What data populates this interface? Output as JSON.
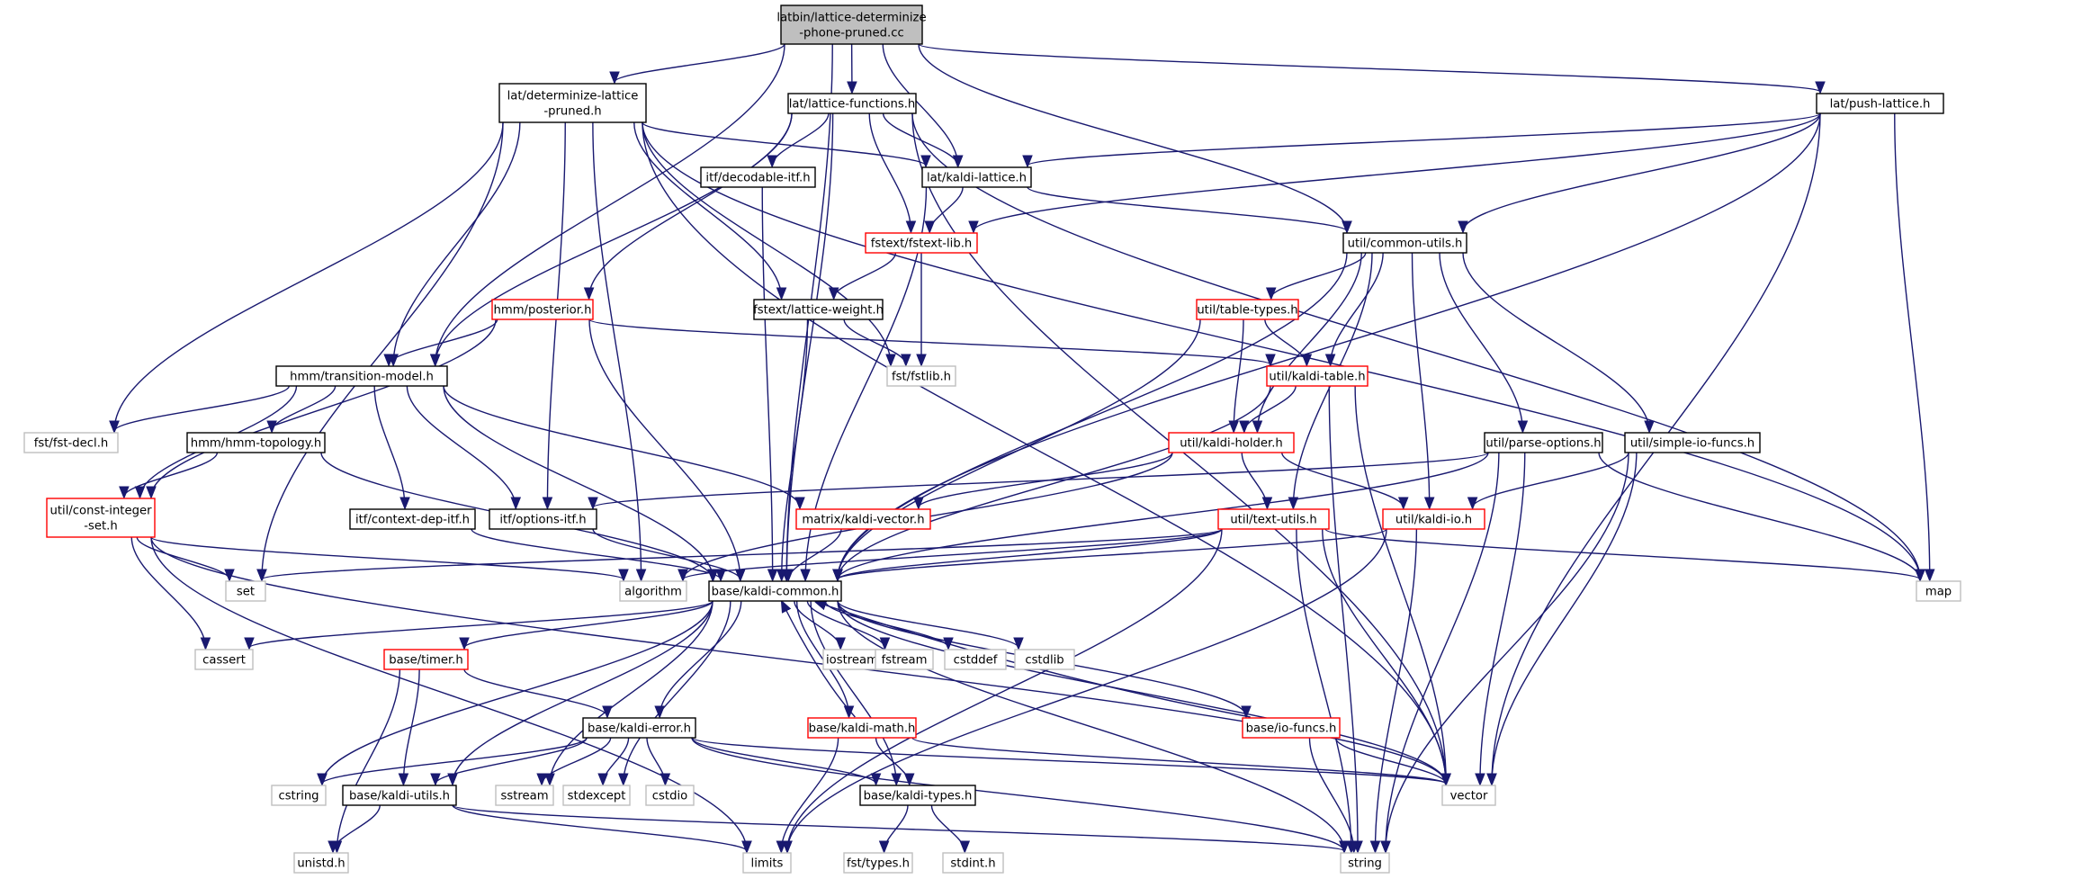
{
  "colors": {
    "edge": "#191970",
    "border_normal": "#000000",
    "border_red": "#ff0000",
    "border_system": "#bfbfbf",
    "root_fill": "#bfbfbf",
    "fill": "#ffffff",
    "text": "#000000"
  },
  "nodes": {
    "root": {
      "lines": [
        "latbin/lattice-determinize",
        "-phone-pruned.cc"
      ],
      "kind": "root"
    },
    "dlp": {
      "lines": [
        "lat/determinize-lattice",
        "-pruned.h"
      ],
      "kind": "normal"
    },
    "lf": {
      "lines": [
        "lat/lattice-functions.h"
      ],
      "kind": "normal"
    },
    "pl": {
      "lines": [
        "lat/push-lattice.h"
      ],
      "kind": "normal"
    },
    "dec": {
      "lines": [
        "itf/decodable-itf.h"
      ],
      "kind": "normal"
    },
    "kl": {
      "lines": [
        "lat/kaldi-lattice.h"
      ],
      "kind": "normal"
    },
    "fst_lib": {
      "lines": [
        "fstext/fstext-lib.h"
      ],
      "kind": "red"
    },
    "cu": {
      "lines": [
        "util/common-utils.h"
      ],
      "kind": "normal"
    },
    "post": {
      "lines": [
        "hmm/posterior.h"
      ],
      "kind": "red"
    },
    "lw": {
      "lines": [
        "fstext/lattice-weight.h"
      ],
      "kind": "normal"
    },
    "tt": {
      "lines": [
        "util/table-types.h"
      ],
      "kind": "red"
    },
    "tm": {
      "lines": [
        "hmm/transition-model.h"
      ],
      "kind": "normal"
    },
    "fstlib": {
      "lines": [
        "fst/fstlib.h"
      ],
      "kind": "system"
    },
    "ktab": {
      "lines": [
        "util/kaldi-table.h"
      ],
      "kind": "red"
    },
    "fdecl": {
      "lines": [
        "fst/fst-decl.h"
      ],
      "kind": "system"
    },
    "topo": {
      "lines": [
        "hmm/hmm-topology.h"
      ],
      "kind": "normal"
    },
    "khold": {
      "lines": [
        "util/kaldi-holder.h"
      ],
      "kind": "red"
    },
    "popt": {
      "lines": [
        "util/parse-options.h"
      ],
      "kind": "normal"
    },
    "sio": {
      "lines": [
        "util/simple-io-funcs.h"
      ],
      "kind": "normal"
    },
    "cis": {
      "lines": [
        "util/const-integer",
        "-set.h"
      ],
      "kind": "red"
    },
    "cdi": {
      "lines": [
        "itf/context-dep-itf.h"
      ],
      "kind": "normal"
    },
    "oi": {
      "lines": [
        "itf/options-itf.h"
      ],
      "kind": "normal"
    },
    "kv": {
      "lines": [
        "matrix/kaldi-vector.h"
      ],
      "kind": "red"
    },
    "tu": {
      "lines": [
        "util/text-utils.h"
      ],
      "kind": "red"
    },
    "kio": {
      "lines": [
        "util/kaldi-io.h"
      ],
      "kind": "red"
    },
    "set": {
      "lines": [
        "set"
      ],
      "kind": "system"
    },
    "alg": {
      "lines": [
        "algorithm"
      ],
      "kind": "system"
    },
    "kc": {
      "lines": [
        "base/kaldi-common.h"
      ],
      "kind": "normal"
    },
    "map": {
      "lines": [
        "map"
      ],
      "kind": "system"
    },
    "cassert": {
      "lines": [
        "cassert"
      ],
      "kind": "system"
    },
    "timer": {
      "lines": [
        "base/timer.h"
      ],
      "kind": "red"
    },
    "iostream": {
      "lines": [
        "iostream"
      ],
      "kind": "system"
    },
    "fstream": {
      "lines": [
        "fstream"
      ],
      "kind": "system"
    },
    "cstddef": {
      "lines": [
        "cstddef"
      ],
      "kind": "system"
    },
    "cstdlib": {
      "lines": [
        "cstdlib"
      ],
      "kind": "system"
    },
    "kerr": {
      "lines": [
        "base/kaldi-error.h"
      ],
      "kind": "normal"
    },
    "kmath": {
      "lines": [
        "base/kaldi-math.h"
      ],
      "kind": "red"
    },
    "iof": {
      "lines": [
        "base/io-funcs.h"
      ],
      "kind": "red"
    },
    "cstring": {
      "lines": [
        "cstring"
      ],
      "kind": "system"
    },
    "kut": {
      "lines": [
        "base/kaldi-utils.h"
      ],
      "kind": "normal"
    },
    "sstream": {
      "lines": [
        "sstream"
      ],
      "kind": "system"
    },
    "stdexcept": {
      "lines": [
        "stdexcept"
      ],
      "kind": "system"
    },
    "cstdio": {
      "lines": [
        "cstdio"
      ],
      "kind": "system"
    },
    "kty": {
      "lines": [
        "base/kaldi-types.h"
      ],
      "kind": "normal"
    },
    "vector": {
      "lines": [
        "vector"
      ],
      "kind": "system"
    },
    "unistd": {
      "lines": [
        "unistd.h"
      ],
      "kind": "system"
    },
    "limits": {
      "lines": [
        "limits"
      ],
      "kind": "system"
    },
    "fsttypes": {
      "lines": [
        "fst/types.h"
      ],
      "kind": "system"
    },
    "stdint": {
      "lines": [
        "stdint.h"
      ],
      "kind": "system"
    },
    "string": {
      "lines": [
        "string"
      ],
      "kind": "system"
    }
  },
  "edges": [
    [
      "root",
      "dlp"
    ],
    [
      "root",
      "lf"
    ],
    [
      "root",
      "pl"
    ],
    [
      "root",
      "kl"
    ],
    [
      "root",
      "cu"
    ],
    [
      "root",
      "tm"
    ],
    [
      "root",
      "kc"
    ],
    [
      "dlp",
      "fdecl"
    ],
    [
      "dlp",
      "fstlib"
    ],
    [
      "dlp",
      "tm"
    ],
    [
      "dlp",
      "oi"
    ],
    [
      "dlp",
      "kl"
    ],
    [
      "dlp",
      "lw"
    ],
    [
      "dlp",
      "alg"
    ],
    [
      "dlp",
      "set"
    ],
    [
      "dlp",
      "vector"
    ],
    [
      "dlp",
      "map"
    ],
    [
      "lf",
      "dec"
    ],
    [
      "lf",
      "kl"
    ],
    [
      "lf",
      "fst_lib"
    ],
    [
      "lf",
      "post"
    ],
    [
      "lf",
      "tm"
    ],
    [
      "lf",
      "kc"
    ],
    [
      "lf",
      "vector"
    ],
    [
      "lf",
      "map"
    ],
    [
      "pl",
      "kl"
    ],
    [
      "pl",
      "fst_lib"
    ],
    [
      "pl",
      "cu"
    ],
    [
      "pl",
      "kc"
    ],
    [
      "pl",
      "map"
    ],
    [
      "pl",
      "vector"
    ],
    [
      "dec",
      "kc"
    ],
    [
      "kl",
      "fst_lib"
    ],
    [
      "kl",
      "cu"
    ],
    [
      "kl",
      "kc"
    ],
    [
      "fst_lib",
      "lw"
    ],
    [
      "fst_lib",
      "fstlib"
    ],
    [
      "cu",
      "tt"
    ],
    [
      "cu",
      "ktab"
    ],
    [
      "cu",
      "khold"
    ],
    [
      "cu",
      "popt"
    ],
    [
      "cu",
      "sio"
    ],
    [
      "cu",
      "kio"
    ],
    [
      "cu",
      "tu"
    ],
    [
      "cu",
      "kc"
    ],
    [
      "post",
      "tm"
    ],
    [
      "post",
      "ktab"
    ],
    [
      "post",
      "kc"
    ],
    [
      "post",
      "cis"
    ],
    [
      "lw",
      "fstlib"
    ],
    [
      "lw",
      "kc"
    ],
    [
      "tt",
      "ktab"
    ],
    [
      "tt",
      "khold"
    ],
    [
      "tt",
      "kc"
    ],
    [
      "tm",
      "fdecl"
    ],
    [
      "tm",
      "topo"
    ],
    [
      "tm",
      "cdi"
    ],
    [
      "tm",
      "oi"
    ],
    [
      "tm",
      "kv"
    ],
    [
      "tm",
      "cis"
    ],
    [
      "tm",
      "kc"
    ],
    [
      "ktab",
      "khold"
    ],
    [
      "ktab",
      "kc"
    ],
    [
      "ktab",
      "vector"
    ],
    [
      "ktab",
      "string"
    ],
    [
      "topo",
      "cis"
    ],
    [
      "topo",
      "kc"
    ],
    [
      "khold",
      "tu"
    ],
    [
      "khold",
      "kio"
    ],
    [
      "khold",
      "kv"
    ],
    [
      "khold",
      "alg"
    ],
    [
      "popt",
      "oi"
    ],
    [
      "popt",
      "kc"
    ],
    [
      "popt",
      "vector"
    ],
    [
      "popt",
      "map"
    ],
    [
      "popt",
      "string"
    ],
    [
      "sio",
      "kio"
    ],
    [
      "sio",
      "vector"
    ],
    [
      "sio",
      "string"
    ],
    [
      "cis",
      "set"
    ],
    [
      "cis",
      "alg"
    ],
    [
      "cis",
      "cassert"
    ],
    [
      "cis",
      "limits"
    ],
    [
      "cis",
      "vector"
    ],
    [
      "cdi",
      "kc"
    ],
    [
      "oi",
      "kc"
    ],
    [
      "kv",
      "kc"
    ],
    [
      "tu",
      "kc"
    ],
    [
      "tu",
      "set"
    ],
    [
      "tu",
      "alg"
    ],
    [
      "tu",
      "map"
    ],
    [
      "tu",
      "limits"
    ],
    [
      "tu",
      "vector"
    ],
    [
      "tu",
      "string"
    ],
    [
      "kio",
      "kc"
    ],
    [
      "kio",
      "limits"
    ],
    [
      "kio",
      "string"
    ],
    [
      "kc",
      "cassert"
    ],
    [
      "kc",
      "timer"
    ],
    [
      "kc",
      "iostream"
    ],
    [
      "kc",
      "fstream"
    ],
    [
      "kc",
      "cstddef"
    ],
    [
      "kc",
      "cstdlib"
    ],
    [
      "kc",
      "kerr"
    ],
    [
      "kc",
      "kmath"
    ],
    [
      "kc",
      "iof"
    ],
    [
      "kc",
      "cstring"
    ],
    [
      "kc",
      "kut"
    ],
    [
      "kc",
      "sstream"
    ],
    [
      "kc",
      "stdexcept"
    ],
    [
      "kc",
      "kty"
    ],
    [
      "kc",
      "vector"
    ],
    [
      "kc",
      "string"
    ],
    [
      "timer",
      "kerr"
    ],
    [
      "timer",
      "kut"
    ],
    [
      "timer",
      "unistd"
    ],
    [
      "kerr",
      "cstring"
    ],
    [
      "kerr",
      "kut"
    ],
    [
      "kerr",
      "sstream"
    ],
    [
      "kerr",
      "stdexcept"
    ],
    [
      "kerr",
      "cstdio"
    ],
    [
      "kerr",
      "kty"
    ],
    [
      "kerr",
      "vector"
    ],
    [
      "kerr",
      "string"
    ],
    [
      "kmath",
      "kc"
    ],
    [
      "kmath",
      "kty"
    ],
    [
      "kmath",
      "limits"
    ],
    [
      "kmath",
      "vector"
    ],
    [
      "iof",
      "kc"
    ],
    [
      "iof",
      "vector"
    ],
    [
      "iof",
      "string"
    ],
    [
      "kut",
      "unistd"
    ],
    [
      "kut",
      "limits"
    ],
    [
      "kut",
      "string"
    ],
    [
      "kty",
      "fsttypes"
    ],
    [
      "kty",
      "stdint"
    ]
  ]
}
